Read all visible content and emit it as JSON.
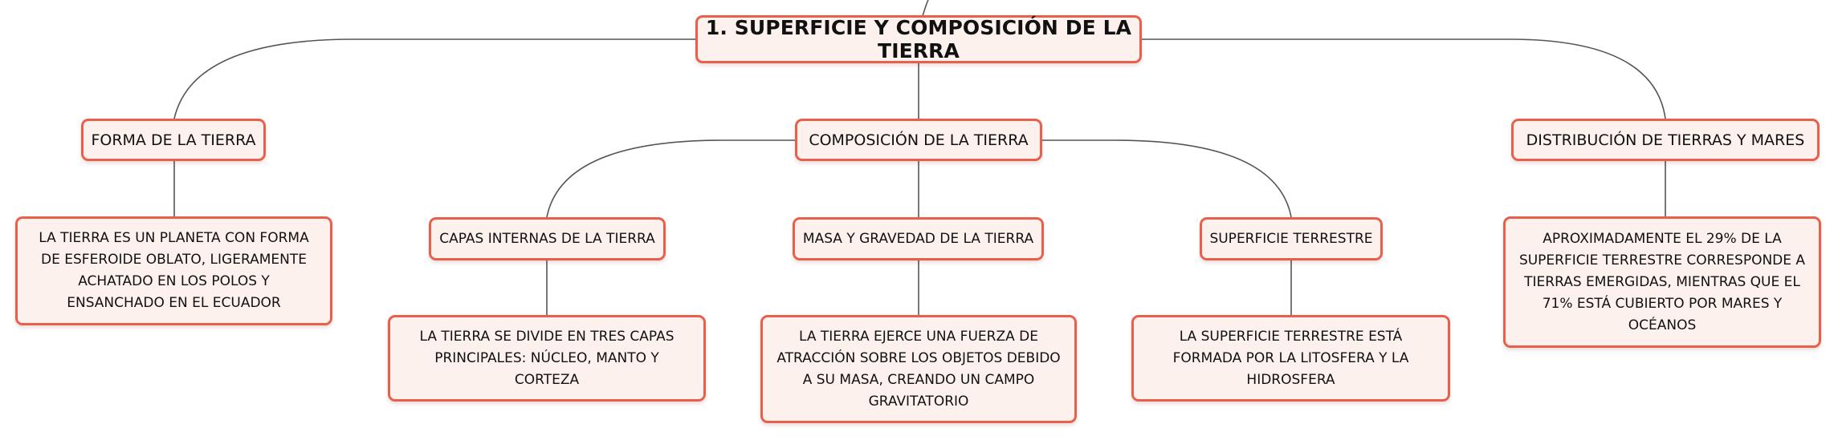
{
  "root": {
    "label": "1. SUPERFICIE Y COMPOSICIÓN DE LA TIERRA"
  },
  "forma": {
    "label": "FORMA DE LA TIERRA",
    "detail": "LA TIERRA ES UN PLANETA CON FORMA DE ESFEROIDE OBLATO, LIGERAMENTE ACHATADO EN LOS POLOS Y ENSANCHADO EN EL ECUADOR"
  },
  "composicion": {
    "label": "COMPOSICIÓN DE LA TIERRA",
    "capas": {
      "label": "CAPAS INTERNAS DE LA TIERRA",
      "detail": "LA TIERRA SE DIVIDE EN TRES CAPAS PRINCIPALES: NÚCLEO, MANTO Y CORTEZA"
    },
    "masa": {
      "label": "MASA Y GRAVEDAD DE LA TIERRA",
      "detail": "LA TIERRA EJERCE UNA FUERZA DE ATRACCIÓN SOBRE LOS OBJETOS DEBIDO A SU MASA, CREANDO UN CAMPO GRAVITATORIO"
    },
    "superficie": {
      "label": "SUPERFICIE TERRESTRE",
      "detail": "LA SUPERFICIE TERRESTRE ESTÁ FORMADA POR LA LITOSFERA Y LA HIDROSFERA"
    }
  },
  "distribucion": {
    "label": "DISTRIBUCIÓN DE TIERRAS Y MARES",
    "detail": "APROXIMADAMENTE EL 29% DE LA SUPERFICIE TERRESTRE CORRESPONDE A TIERRAS EMERGIDAS, MIENTRAS QUE EL 71% ESTÁ CUBIERTO POR MARES Y OCÉANOS"
  },
  "colors": {
    "node_border": "#e8604c",
    "node_fill": "#fdf1ee",
    "connector": "#555555"
  }
}
